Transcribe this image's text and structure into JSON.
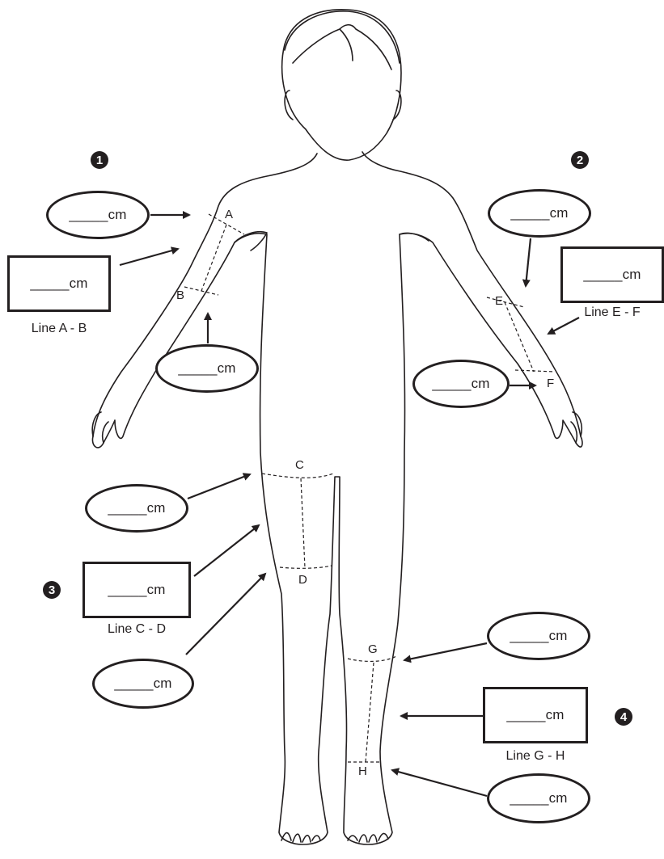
{
  "sections": [
    {
      "number": "1"
    },
    {
      "number": "2"
    },
    {
      "number": "3"
    },
    {
      "number": "4"
    }
  ],
  "points": {
    "A": "A",
    "B": "B",
    "C": "C",
    "D": "D",
    "E": "E",
    "F": "F",
    "G": "G",
    "H": "H"
  },
  "fields": {
    "upper_arm_top": "_____cm",
    "upper_arm_length": "_____cm",
    "upper_arm_bottom": "_____cm",
    "forearm_top": "_____cm",
    "forearm_length": "_____cm",
    "forearm_bottom": "_____cm",
    "thigh_top": "_____cm",
    "thigh_length": "_____cm",
    "thigh_bottom": "_____cm",
    "calf_top": "_____cm",
    "calf_length": "_____cm",
    "calf_bottom": "_____cm"
  },
  "captions": {
    "line_ab": "Line A - B",
    "line_ef": "Line E - F",
    "line_cd": "Line C - D",
    "line_gh": "Line G - H"
  }
}
